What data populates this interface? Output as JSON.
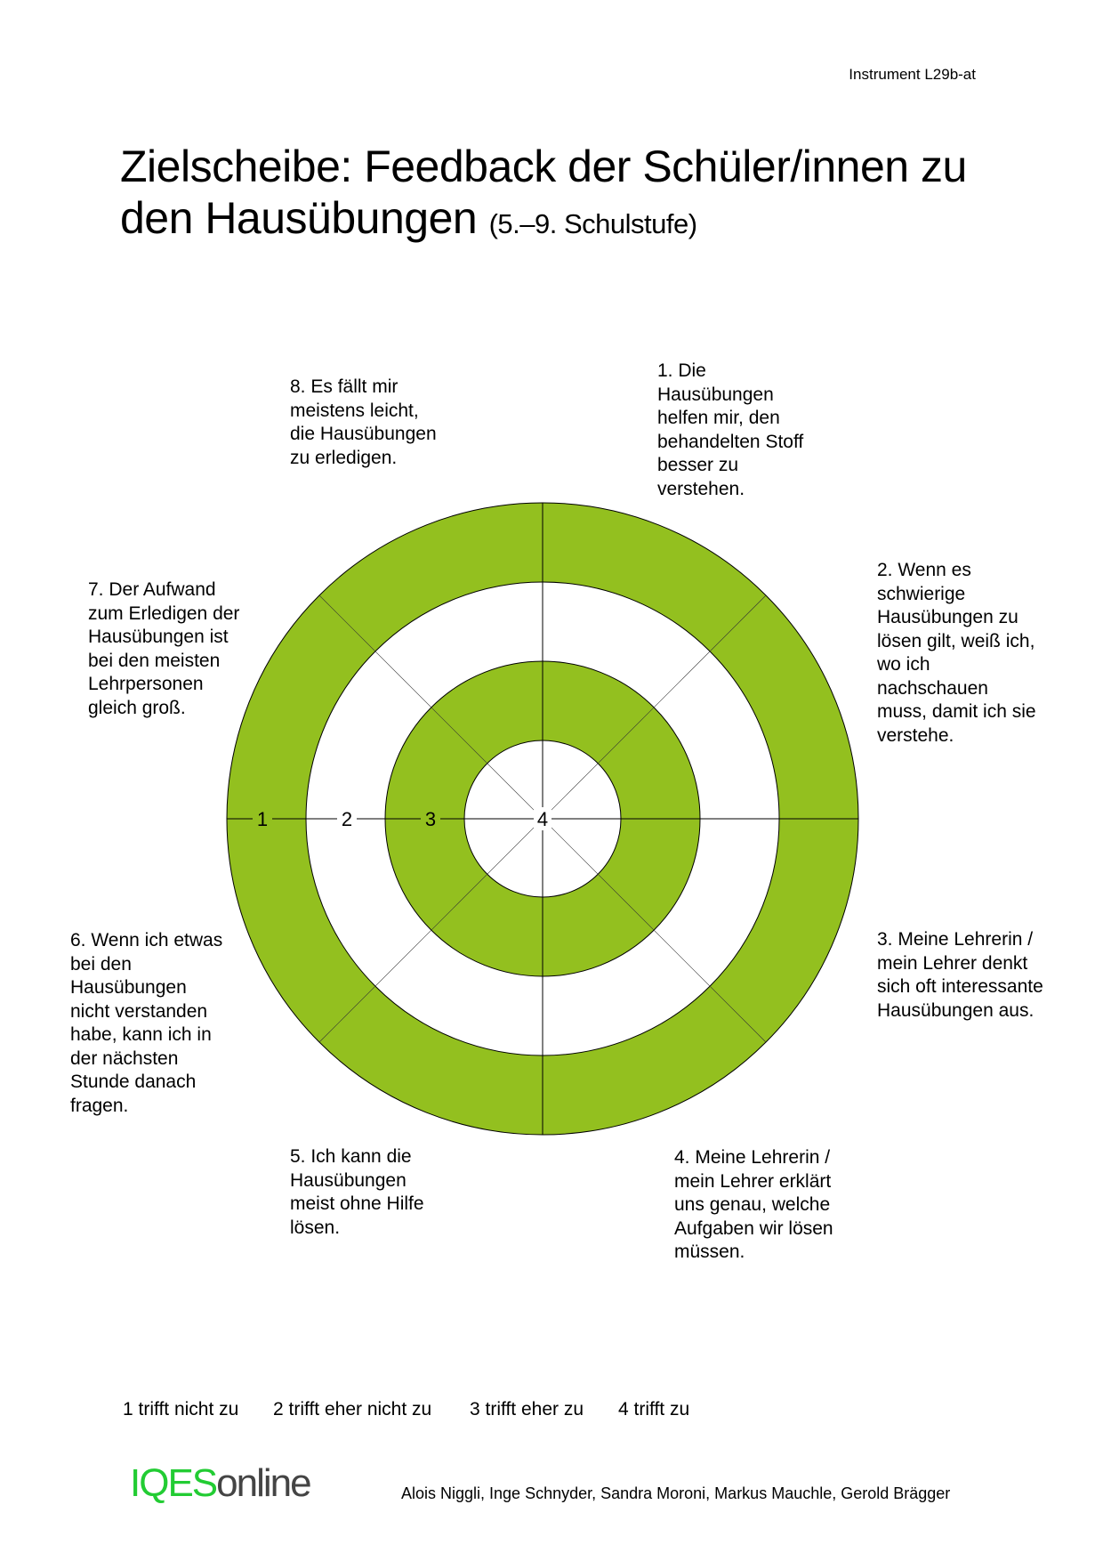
{
  "header": {
    "instrument": "Instrument L29b-at"
  },
  "title": {
    "main_line1": "Zielscheibe: Feedback der Schüler/innen zu",
    "main_line2": "den Hausübungen",
    "subtitle": "(5.–9. Schulstufe)"
  },
  "target": {
    "ring_color": "#93c01f",
    "ring_labels": [
      "1",
      "2",
      "3",
      "4"
    ],
    "statements": [
      "1. Die\nHausübungen\nhelfen mir, den\nbehandelten Stoff\nbesser zu\nverstehen.",
      "2. Wenn es\nschwierige\nHausübungen zu\nlösen gilt, weiß ich,\nwo ich\nnachschauen\nmuss, damit ich sie\nverstehe.",
      "3. Meine Lehrerin /\nmein Lehrer denkt\nsich oft interessante\nHausübungen aus.",
      "4. Meine Lehrerin /\nmein Lehrer erklärt\nuns genau, welche\nAufgaben wir lösen\nmüssen.",
      "5. Ich kann die\nHausübungen\nmeist ohne Hilfe\nlösen.",
      "6. Wenn ich etwas\nbei den\nHausübungen\nnicht verstanden\nhabe, kann ich in\nder nächsten\nStunde danach\nfragen.",
      "7. Der Aufwand\nzum Erledigen der\nHausübungen ist\nbei den meisten\nLehrpersonen\ngleich groß.",
      "8. Es fällt mir\nmeistens leicht,\ndie Hausübungen\nzu erledigen."
    ]
  },
  "legend": [
    "1 trifft nicht zu",
    "2 trifft eher nicht zu",
    "3 trifft eher zu",
    "4 trifft zu"
  ],
  "footer": {
    "logo_part1": "IQES",
    "logo_part2": "online",
    "authors": "Alois Niggli, Inge Schnyder, Sandra Moroni, Markus Mauchle, Gerold Brägger"
  }
}
